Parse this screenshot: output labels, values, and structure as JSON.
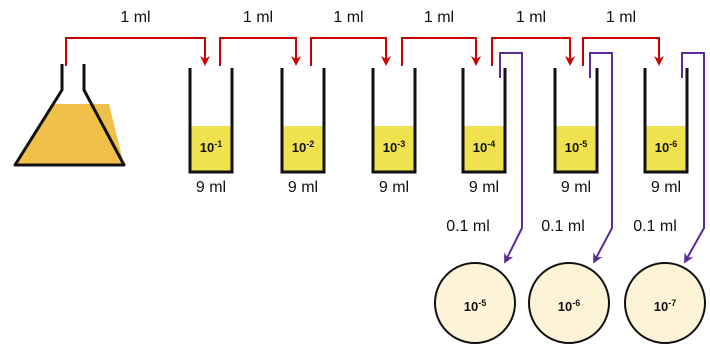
{
  "colors": {
    "transfer_arrow": "#cc0000",
    "plating_arrow": "#5a2a9a",
    "liquid": "#f0c04a",
    "tube_liquid": "#efe24e",
    "plate_fill": "#fdf3d6",
    "outline": "#111111"
  },
  "transfers": [
    {
      "label": "1 ml"
    },
    {
      "label": "1 ml"
    },
    {
      "label": "1 ml"
    },
    {
      "label": "1 ml"
    },
    {
      "label": "1 ml"
    },
    {
      "label": "1 ml"
    }
  ],
  "tubes": [
    {
      "base": "10",
      "exp": "-1",
      "volume": "9 ml"
    },
    {
      "base": "10",
      "exp": "-2",
      "volume": "9 ml"
    },
    {
      "base": "10",
      "exp": "-3",
      "volume": "9 ml"
    },
    {
      "base": "10",
      "exp": "-4",
      "volume": "9 ml"
    },
    {
      "base": "10",
      "exp": "-5",
      "volume": "9 ml"
    },
    {
      "base": "10",
      "exp": "-6",
      "volume": "9 ml"
    }
  ],
  "platings": [
    {
      "label": "0.1 ml"
    },
    {
      "label": "0.1 ml"
    },
    {
      "label": "0.1 ml"
    }
  ],
  "plates": [
    {
      "base": "10",
      "exp": "-5"
    },
    {
      "base": "10",
      "exp": "-6"
    },
    {
      "base": "10",
      "exp": "-7"
    }
  ]
}
